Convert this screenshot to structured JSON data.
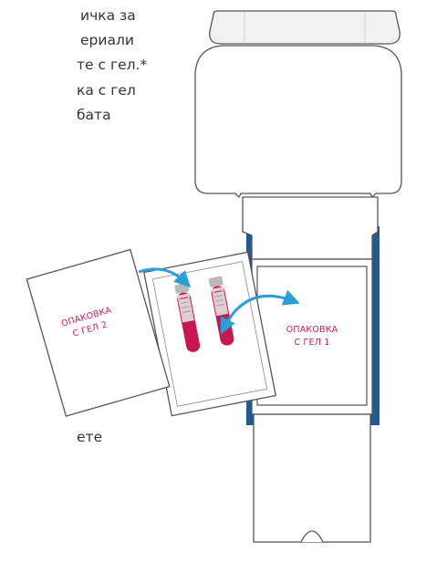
{
  "instructions": {
    "lines": [
      "ичка за",
      "ериали",
      "те с гел.*",
      "ка с гел",
      "бата"
    ],
    "bottom_fragment": "ете"
  },
  "labels": {
    "gel_pack_2": [
      "ОПАКОВКА",
      "С ГЕЛ 2"
    ],
    "gel_pack_1": [
      "ОПАКОВКА",
      "С ГЕЛ 1"
    ]
  },
  "colors": {
    "outline": "#555555",
    "box_blue": "#1f5a94",
    "lid_fill": "#f2f2f2",
    "arrow": "#2a9fd8",
    "label_pink": "#d1195c",
    "tube_red": "#c8174f",
    "cap_gray": "#b9b9b9"
  }
}
